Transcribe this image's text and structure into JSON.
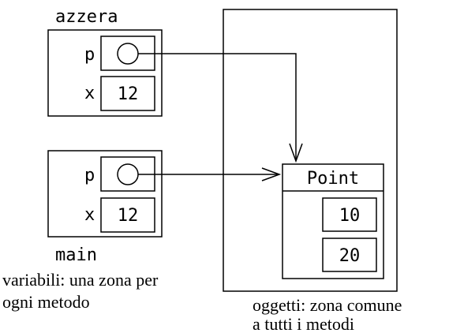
{
  "frames": {
    "azzera": {
      "name": "azzera",
      "var_p": "p",
      "var_x": "x",
      "x_value": "12"
    },
    "main": {
      "name": "main",
      "var_p": "p",
      "var_x": "x",
      "x_value": "12"
    }
  },
  "object": {
    "class_name": "Point",
    "field_1": "10",
    "field_2": "20"
  },
  "captions": {
    "variables_line1": "variabili: una zona per",
    "variables_line2": "ogni metodo",
    "objects_line1": "oggetti: zona comune",
    "objects_line2": "a tutti i metodi"
  }
}
